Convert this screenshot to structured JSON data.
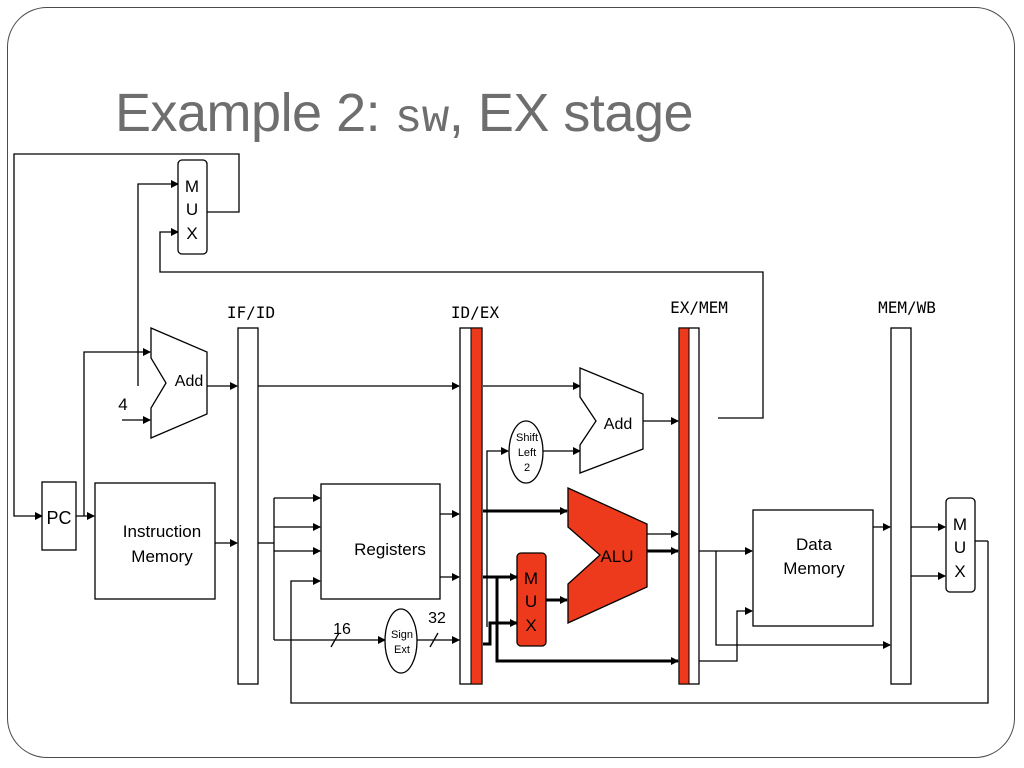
{
  "slide": {
    "title_prefix": "Example 2: ",
    "title_code": "sw",
    "title_suffix": ", EX stage"
  },
  "pipeline_registers": {
    "if_id": "IF/ID",
    "id_ex": "ID/EX",
    "ex_mem": "EX/MEM",
    "mem_wb": "MEM/WB"
  },
  "components": {
    "pc": "PC",
    "instruction_memory_line1": "Instruction",
    "instruction_memory_line2": "Memory",
    "registers": "Registers",
    "pc_add": "Add",
    "branch_add": "Add",
    "alu": "ALU",
    "data_memory_line1": "Data",
    "data_memory_line2": "Memory",
    "shift_left_line1": "Shift",
    "shift_left_line2": "Left",
    "shift_left_line3": "2",
    "sign_ext_line1": "Sign",
    "sign_ext_line2": "Ext",
    "mux_letters": [
      "M",
      "U",
      "X"
    ]
  },
  "labels": {
    "const_four": "4",
    "width_16": "16",
    "width_32": "32"
  },
  "colors": {
    "active_red": "#ee3a1c",
    "stroke": "#000000",
    "title_gray": "#6e6e6e"
  }
}
